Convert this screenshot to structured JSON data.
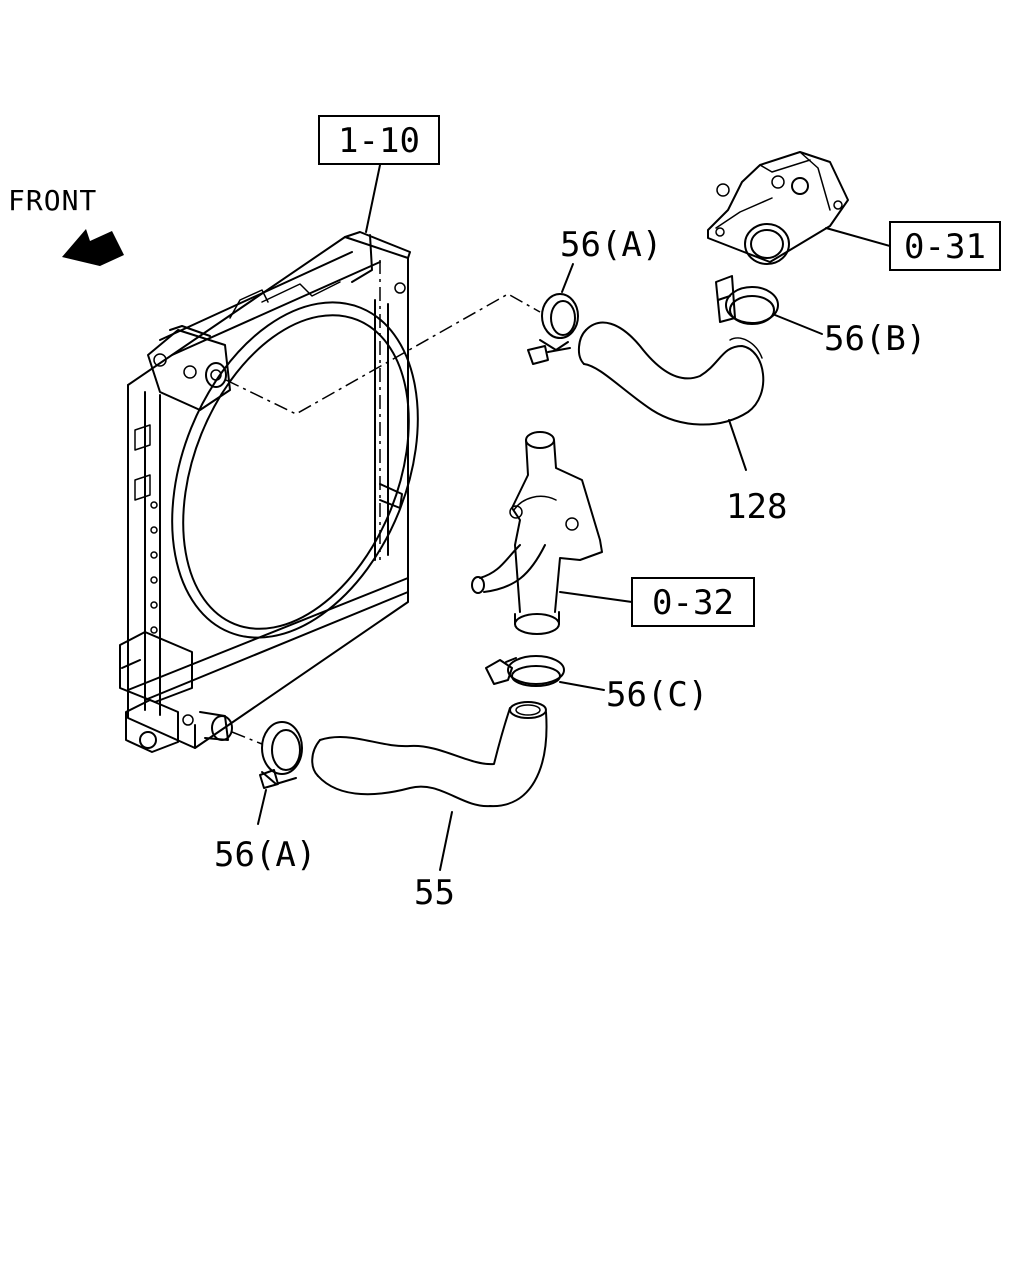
{
  "direction_label": "FRONT",
  "references": {
    "radiator": "1-10",
    "upper_outlet": "0-31",
    "lower_pipe": "0-32"
  },
  "parts": {
    "clamp_a_top": "56(A)",
    "clamp_b": "56(B)",
    "upper_hose": "128",
    "clamp_c": "56(C)",
    "clamp_a_bottom": "56(A)",
    "lower_hose": "55"
  }
}
